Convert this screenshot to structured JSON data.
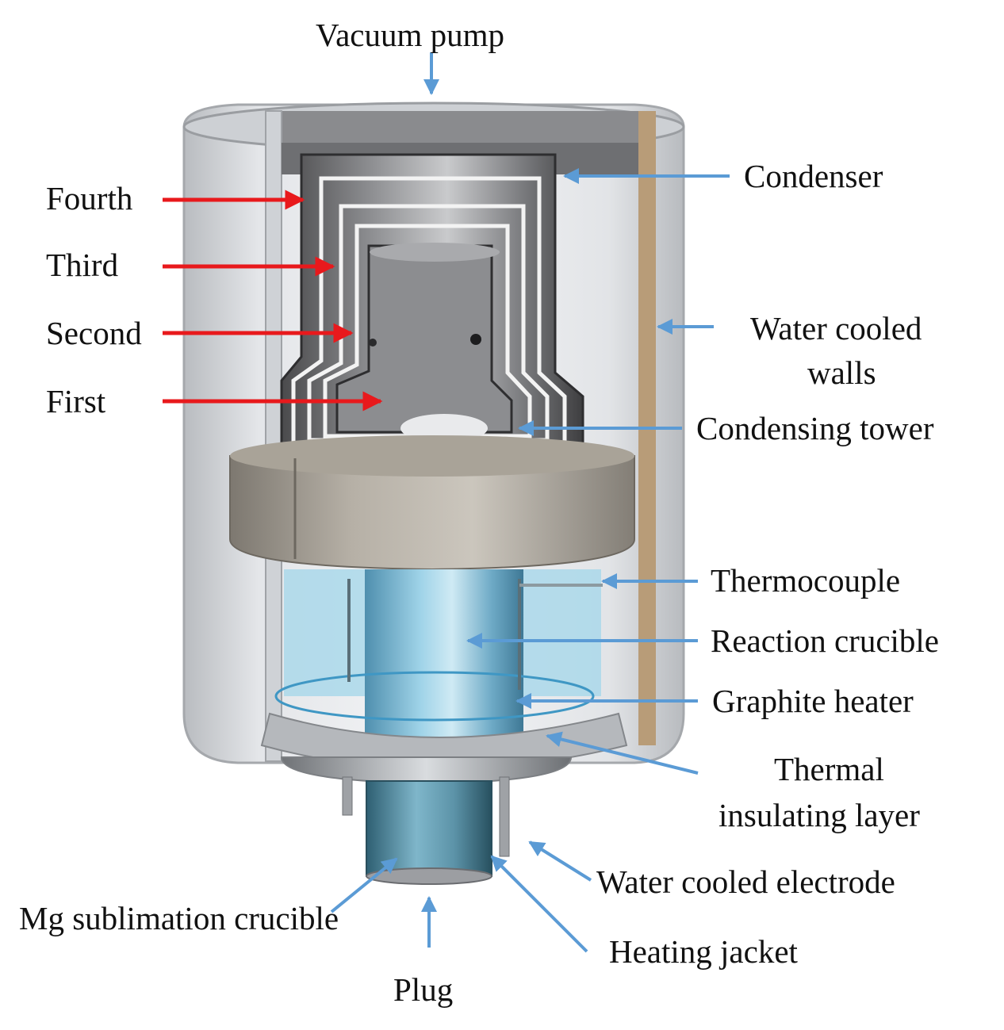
{
  "colors": {
    "arrow_red": "#e8191c",
    "arrow_blue": "#5b9bd5",
    "text": "#111111"
  },
  "labels": {
    "vacuum_pump": "Vacuum pump",
    "condenser": "Condenser",
    "water_cooled_walls_1": "Water cooled",
    "water_cooled_walls_2": "walls",
    "condensing_tower": "Condensing tower",
    "thermocouple": "Thermocouple",
    "reaction_crucible": "Reaction crucible",
    "graphite_heater": "Graphite heater",
    "thermal_insulating_1": "Thermal",
    "thermal_insulating_2": "insulating layer",
    "water_cooled_electrode": "Water cooled electrode",
    "heating_jacket": "Heating jacket",
    "mg_sublimation_crucible": "Mg sublimation crucible",
    "plug": "Plug",
    "fourth": "Fourth",
    "third": "Third",
    "second": "Second",
    "first": "First"
  }
}
